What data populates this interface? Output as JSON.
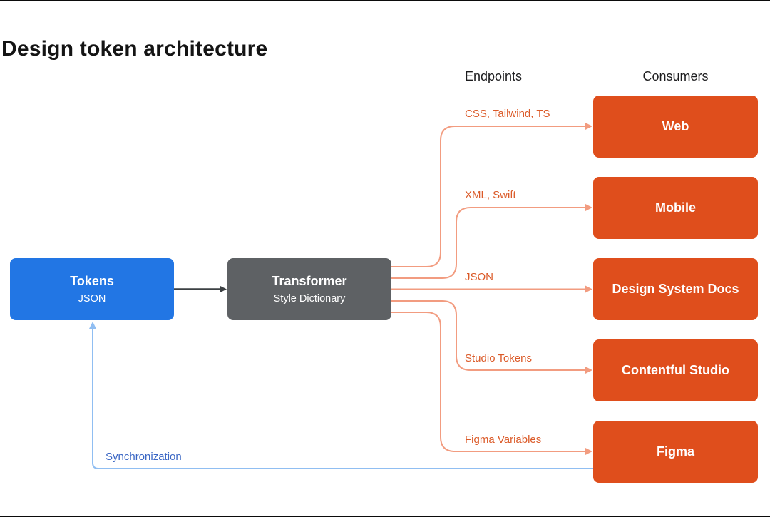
{
  "page": {
    "title": "Design token architecture"
  },
  "columns": {
    "endpoints": "Endpoints",
    "consumers": "Consumers"
  },
  "nodes": {
    "tokens": {
      "title": "Tokens",
      "subtitle": "JSON",
      "color": "#2276E4"
    },
    "transformer": {
      "title": "Transformer",
      "subtitle": "Style Dictionary",
      "color": "#5E6164"
    }
  },
  "consumers": [
    {
      "label": "Web"
    },
    {
      "label": "Mobile"
    },
    {
      "label": "Design System Docs"
    },
    {
      "label": "Contentful Studio"
    },
    {
      "label": "Figma"
    }
  ],
  "connections": [
    {
      "label": "CSS, Tailwind, TS",
      "from": "Transformer",
      "to": "Web"
    },
    {
      "label": "XML, Swift",
      "from": "Transformer",
      "to": "Mobile"
    },
    {
      "label": "JSON",
      "from": "Transformer",
      "to": "Design System Docs"
    },
    {
      "label": "Studio Tokens",
      "from": "Transformer",
      "to": "Contentful Studio"
    },
    {
      "label": "Figma Variables",
      "from": "Transformer",
      "to": "Figma"
    }
  ],
  "sync": {
    "label": "Synchronization",
    "from": "Figma",
    "to": "Tokens"
  },
  "colors": {
    "consumer_box": "#DF4E1C",
    "tokens_box": "#2276E4",
    "transformer_box": "#5E6164",
    "connector": "#F29C80",
    "connector_label": "#DB5A28",
    "sync_line": "#90BEF2",
    "sync_label": "#3A66C4",
    "dark_arrow": "#3C4043"
  }
}
